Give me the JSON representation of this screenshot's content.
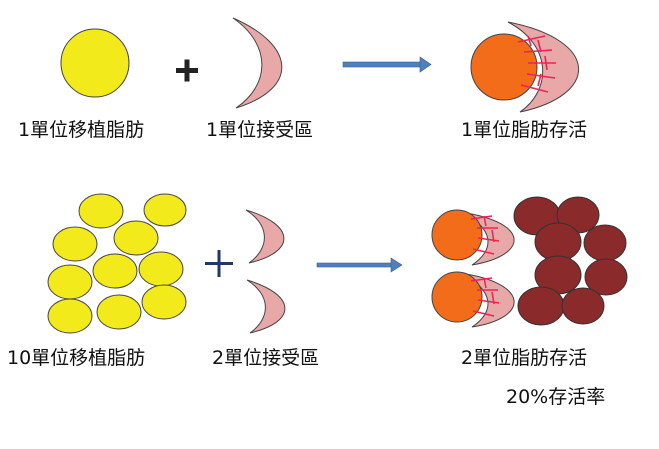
{
  "colors": {
    "fat_yellow": "#f2ea1a",
    "recipient_pink": "#e8a8a8",
    "surviving_orange": "#f26c1a",
    "necrotic_red": "#8b2a2a",
    "vessel_red": "#ee2255",
    "arrow_blue": "#4f81bd"
  },
  "row1": {
    "graft_label": "1單位移植脂肪",
    "recipient_label": "1單位接受區",
    "result_label": "1單位脂肪存活"
  },
  "row2": {
    "graft_label": "10單位移植脂肪",
    "recipient_label": "2單位接受區",
    "result_label": "2單位脂肪存活",
    "rate_label": "20%存活率"
  },
  "icons": {
    "plus": "plus-icon",
    "arrow": "right-arrow-icon"
  }
}
